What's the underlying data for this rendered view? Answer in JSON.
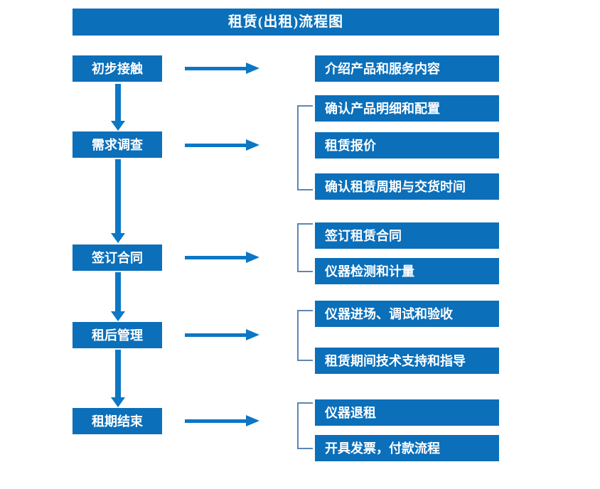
{
  "title": "租赁(出租)流程图",
  "colors": {
    "box_fill": "#0b6fba",
    "box_text": "#ffffff",
    "arrow": "#0c77c4",
    "bracket": "#5d87b3",
    "background": "#ffffff"
  },
  "stages": [
    {
      "label": "初步接触"
    },
    {
      "label": "需求调查"
    },
    {
      "label": "签订合同"
    },
    {
      "label": "租后管理"
    },
    {
      "label": "租期结束"
    }
  ],
  "tasks": [
    {
      "label": "介绍产品和服务内容"
    },
    {
      "label": "确认产品明细和配置"
    },
    {
      "label": "租赁报价"
    },
    {
      "label": "确认租赁周期与交货时间"
    },
    {
      "label": "签订租赁合同"
    },
    {
      "label": "仪器检测和计量"
    },
    {
      "label": "仪器进场、调试和验收"
    },
    {
      "label": "租赁期间技术支持和指导"
    },
    {
      "label": "仪器退租"
    },
    {
      "label": "开具发票，付款流程"
    }
  ],
  "groups": [
    {
      "stage": "初步接触",
      "tasks": [
        "介绍产品和服务内容"
      ],
      "bracket": false
    },
    {
      "stage": "需求调查",
      "tasks": [
        "确认产品明细和配置",
        "租赁报价",
        "确认租赁周期与交货时间"
      ],
      "bracket": true
    },
    {
      "stage": "签订合同",
      "tasks": [
        "签订租赁合同",
        "仪器检测和计量"
      ],
      "bracket": true
    },
    {
      "stage": "租后管理",
      "tasks": [
        "仪器进场、调试和验收",
        "租赁期间技术支持和指导"
      ],
      "bracket": true
    },
    {
      "stage": "租期结束",
      "tasks": [
        "仪器退租",
        "开具发票，付款流程"
      ],
      "bracket": true
    }
  ]
}
